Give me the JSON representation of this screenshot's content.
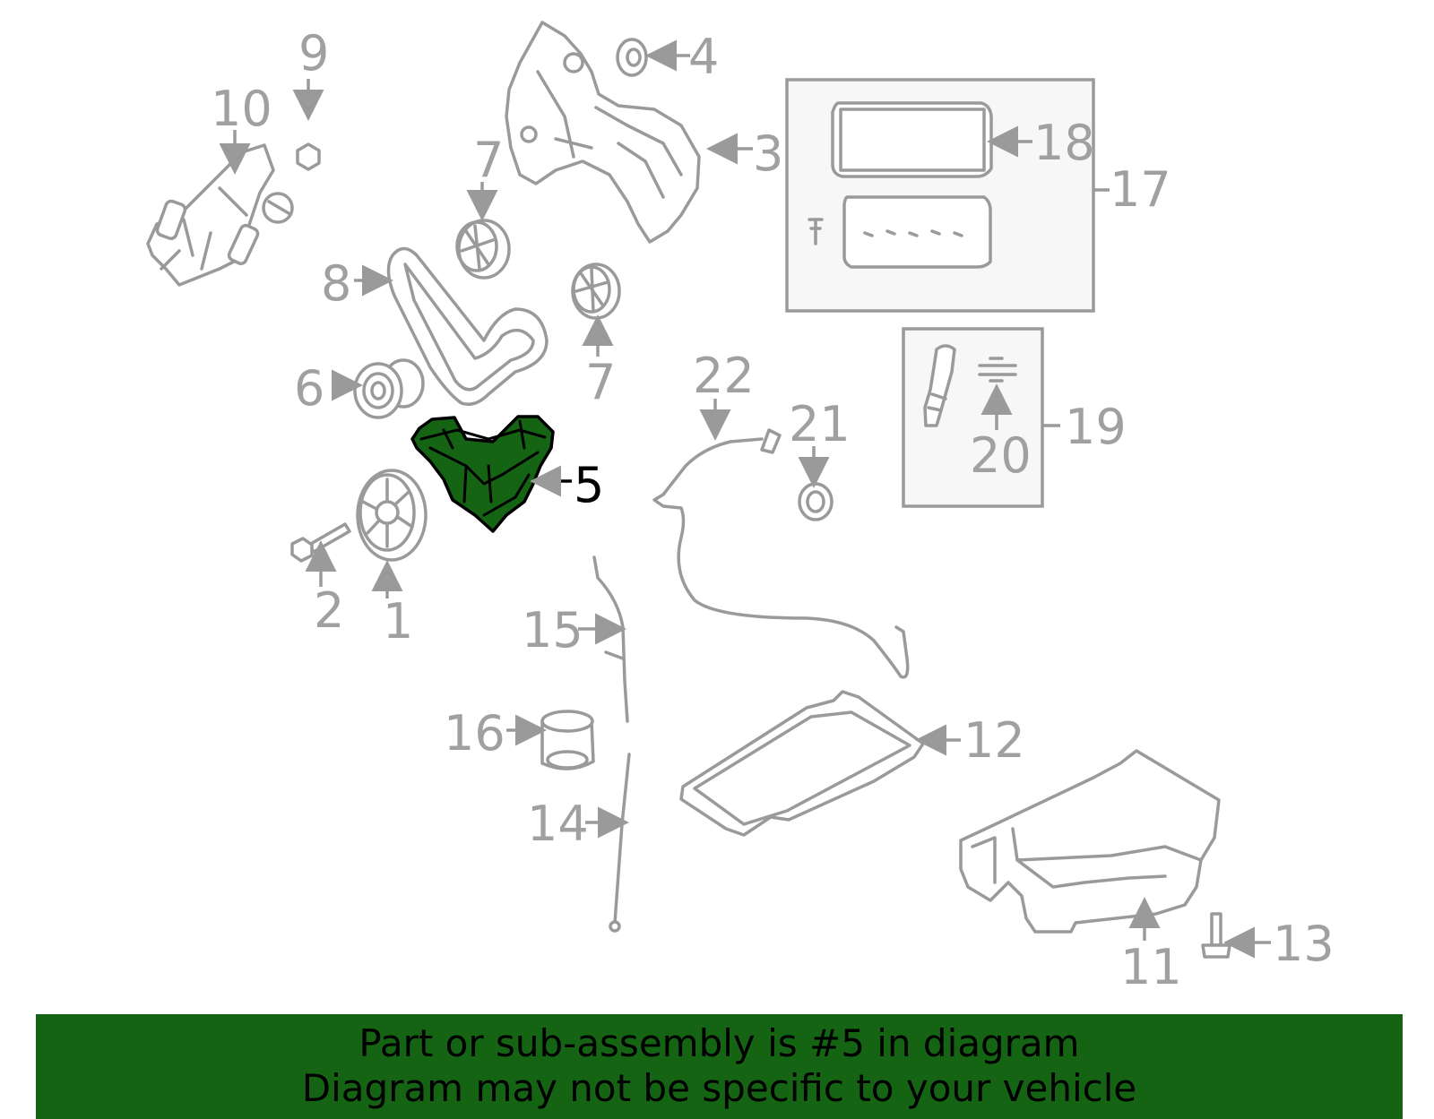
{
  "highlight_color": "#146414",
  "callouts": {
    "c1": "1",
    "c2": "2",
    "c3": "3",
    "c4": "4",
    "c5": "5",
    "c6": "6",
    "c7a": "7",
    "c7b": "7",
    "c8": "8",
    "c9": "9",
    "c10": "10",
    "c11": "11",
    "c12": "12",
    "c13": "13",
    "c14": "14",
    "c15": "15",
    "c16": "16",
    "c17": "17",
    "c18": "18",
    "c19": "19",
    "c20": "20",
    "c21": "21",
    "c22": "22"
  },
  "banner": {
    "line1": "Part or sub-assembly is #5 in diagram",
    "line2": "Diagram may not be specific to your vehicle"
  }
}
